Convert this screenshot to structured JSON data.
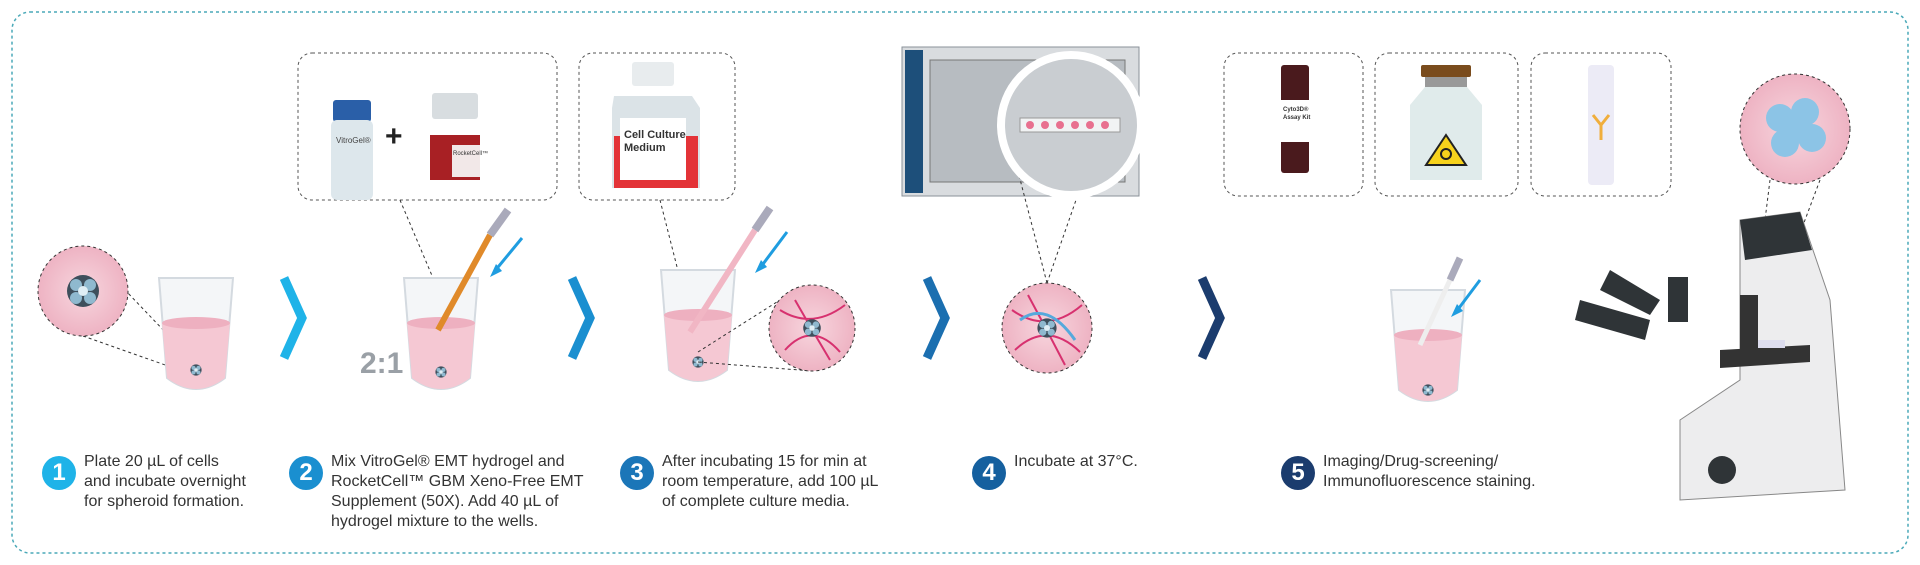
{
  "colors": {
    "border": "#4aa9b8",
    "step1": "#1fb3e8",
    "step2": "#1a8fd0",
    "step3": "#1b76b8",
    "step4": "#15609f",
    "step5": "#1b3c6e",
    "pink": "#f2c3cf",
    "arrow": "#1f9de0"
  },
  "ratio_label": "2:1",
  "plus_label": "+",
  "products": {
    "vitrogel": "VitroGel®",
    "rocketcell": "RocketCell™",
    "medium_line1": "Cell Culture",
    "medium_line2": "Medium",
    "kit_line1": "Cyto3D®",
    "kit_line2": "Assay Kit"
  },
  "steps": [
    {
      "number": "1",
      "text": "Plate 20 µL of cells\nand incubate overnight\nfor spheroid formation."
    },
    {
      "number": "2",
      "text": "Mix VitroGel® EMT hydrogel and\nRocketCell™ GBM Xeno-Free EMT\nSupplement (50X). Add 40 µL of\nhydrogel mixture to the wells."
    },
    {
      "number": "3",
      "text": "After incubating 15 for min at\nroom temperature, add 100 µL\nof complete culture media."
    },
    {
      "number": "4",
      "text": "Incubate at 37°C."
    },
    {
      "number": "5",
      "text": "Imaging/Drug-screening/\nImmunofluorescence staining."
    }
  ]
}
